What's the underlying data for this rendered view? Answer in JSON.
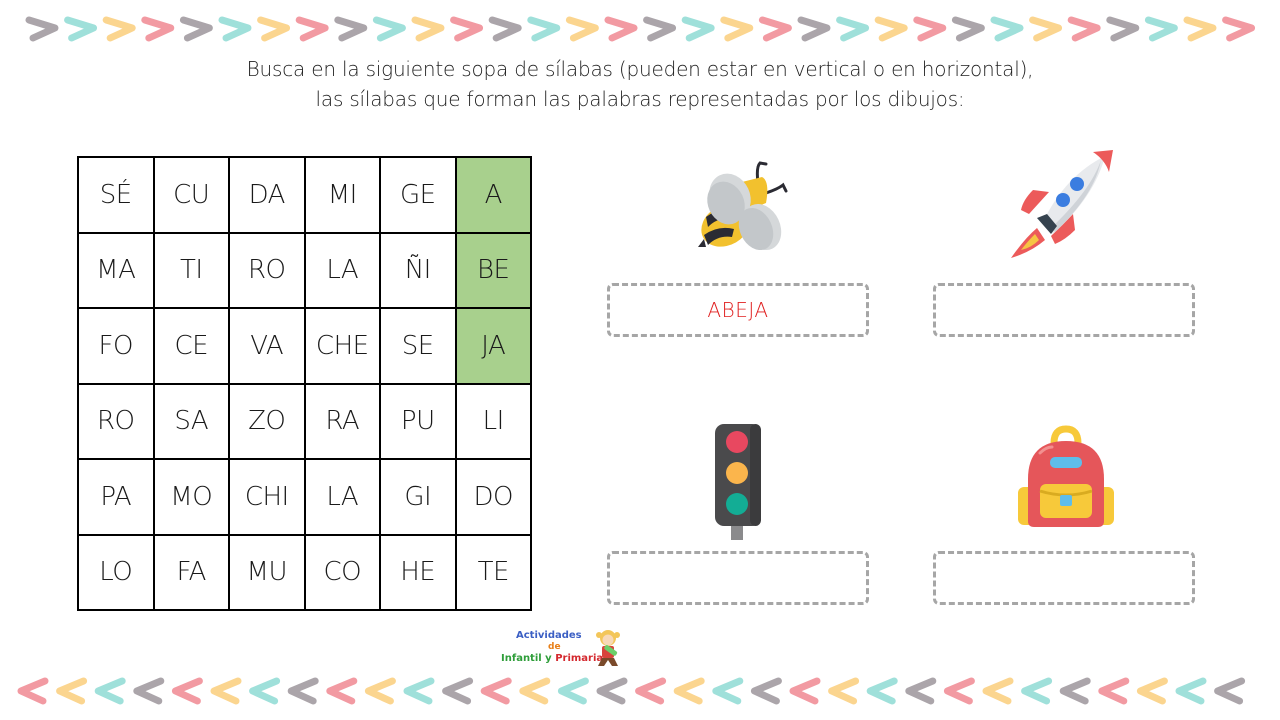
{
  "decorations": {
    "top_border": {
      "direction": "right",
      "pattern": [
        "#aba5aa",
        "#9fe0da",
        "#fbd58f",
        "#f29aa2"
      ],
      "count": 32
    },
    "bottom_border": {
      "direction": "left",
      "pattern": [
        "#f29aa2",
        "#fbd58f",
        "#9fe0da",
        "#aba5aa"
      ],
      "count": 32
    }
  },
  "instructions": {
    "line1": "Busca en la siguiente sopa de sílabas (pueden estar en vertical o en horizontal),",
    "line2": "las sílabas que forman las palabras representadas por los dibujos:"
  },
  "grid": {
    "highlight_color": "#a8d08d",
    "rows": [
      [
        "SÉ",
        "CU",
        "DA",
        "MI",
        "GE",
        "A"
      ],
      [
        "MA",
        "TI",
        "RO",
        "LA",
        "ÑI",
        "BE"
      ],
      [
        "FO",
        "CE",
        "VA",
        "CHE",
        "SE",
        "JA"
      ],
      [
        "RO",
        "SA",
        "ZO",
        "RA",
        "PU",
        "LI"
      ],
      [
        "PA",
        "MO",
        "CHI",
        "LA",
        "GI",
        "DO"
      ],
      [
        "LO",
        "FA",
        "MU",
        "CO",
        "HE",
        "TE"
      ]
    ],
    "highlighted": [
      [
        0,
        5
      ],
      [
        1,
        5
      ],
      [
        2,
        5
      ]
    ]
  },
  "pictures": [
    {
      "icon": "bee-icon",
      "answer": "ABEJA"
    },
    {
      "icon": "rocket-icon",
      "answer": ""
    },
    {
      "icon": "traffic-light-icon",
      "answer": ""
    },
    {
      "icon": "backpack-icon",
      "answer": ""
    }
  ],
  "answer_color": "#e02020",
  "logo": {
    "line1": "Actividades",
    "line2": "de",
    "line3a": "Infantil y ",
    "line3b": "Primaria"
  }
}
